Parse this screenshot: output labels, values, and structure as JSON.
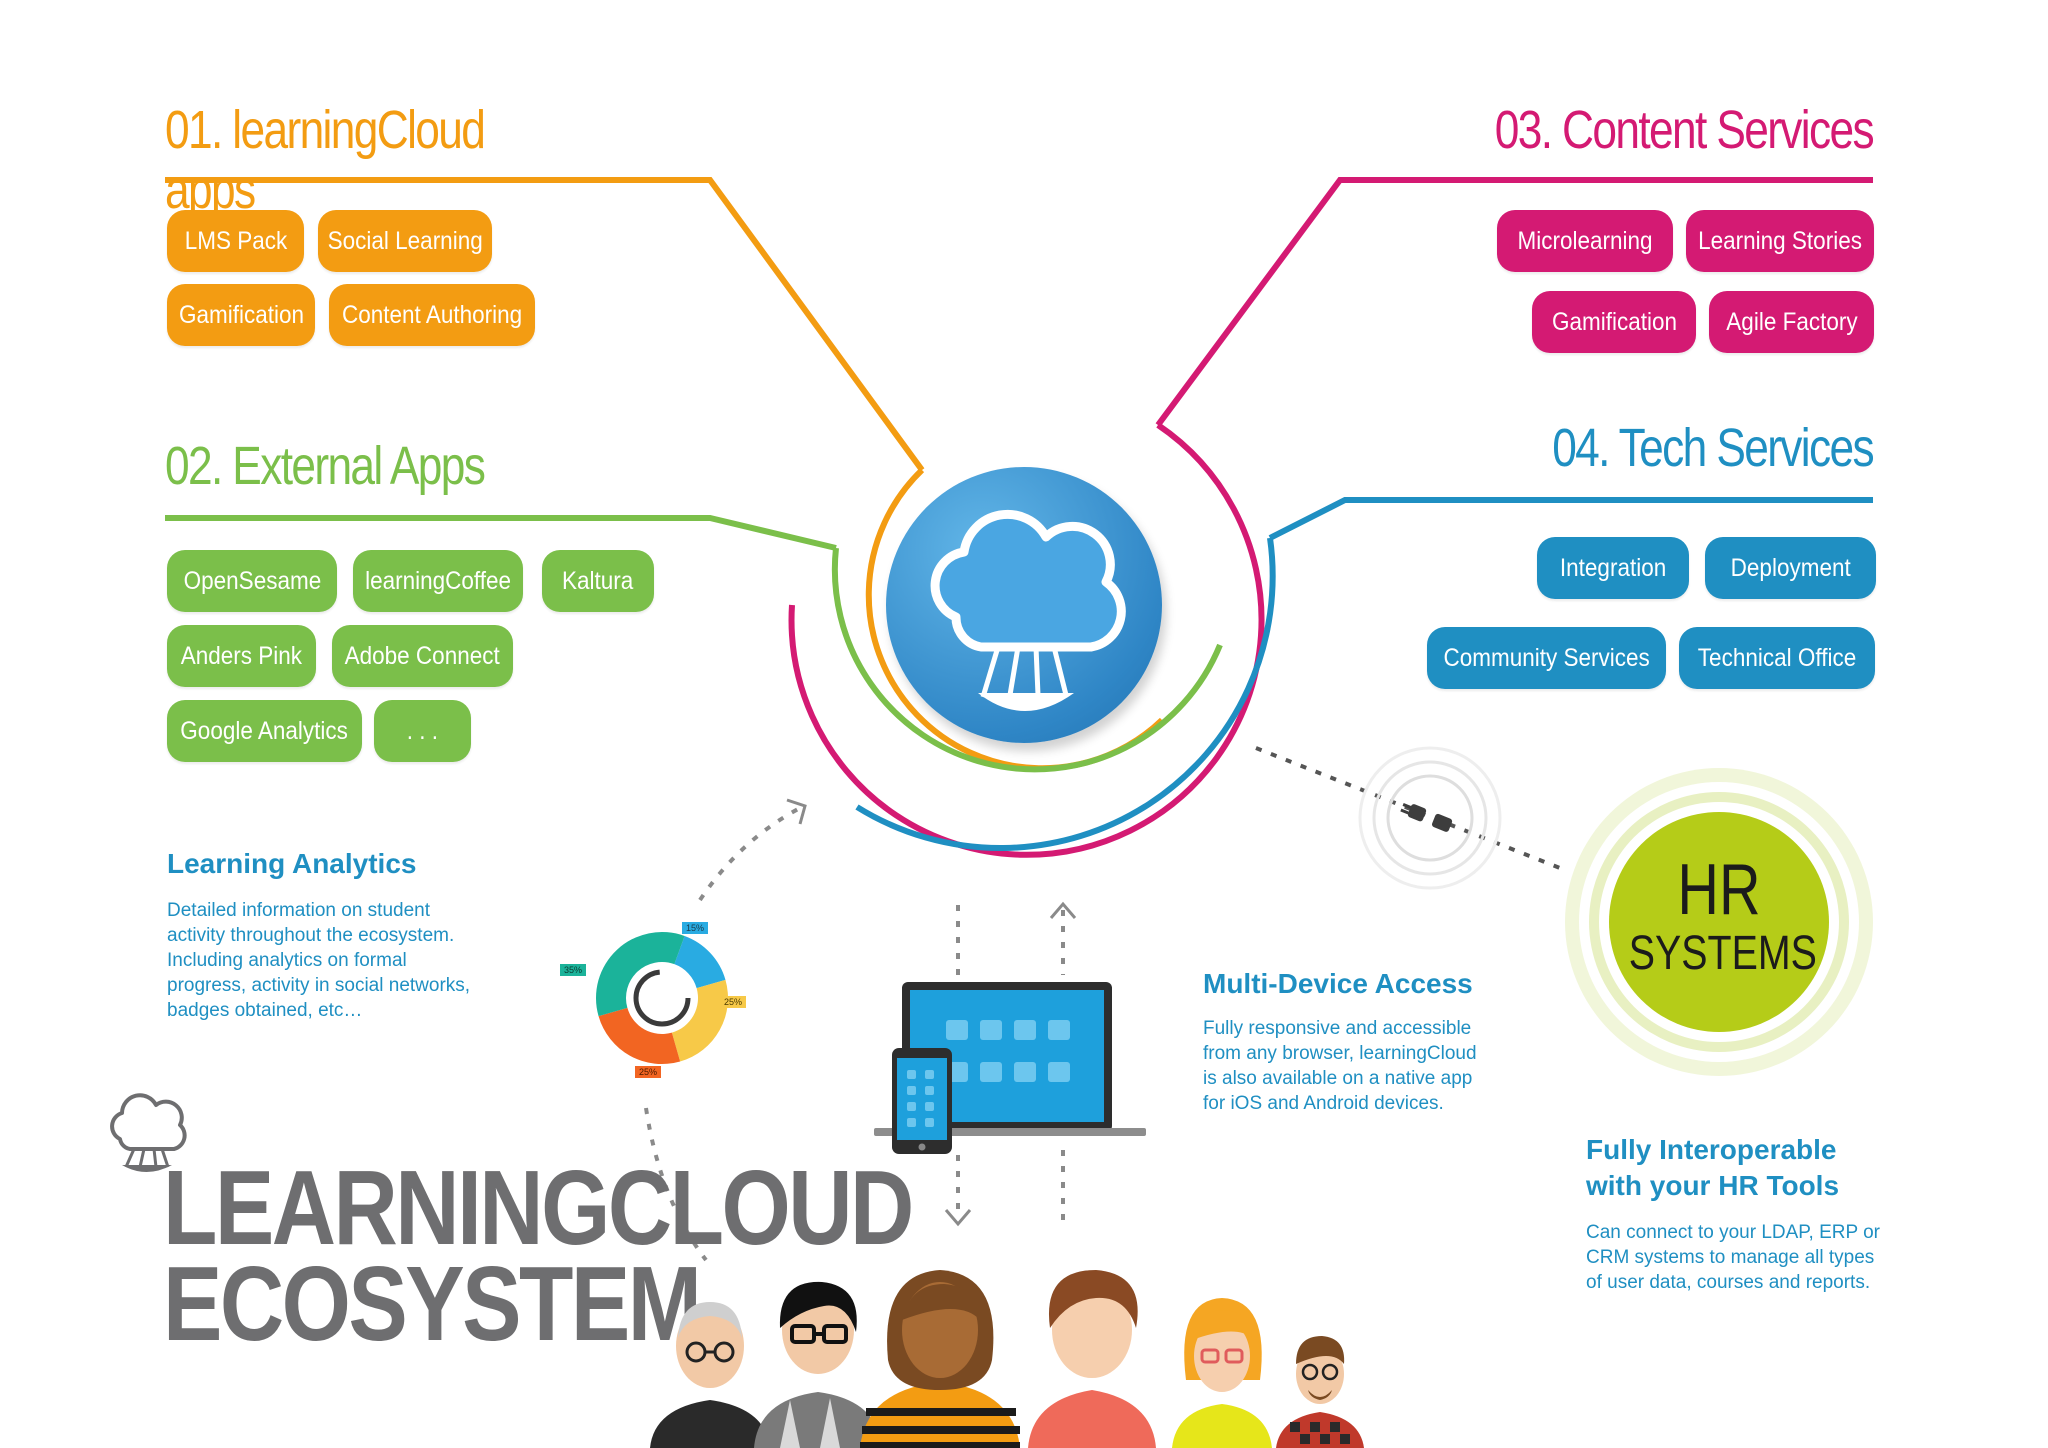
{
  "sections": {
    "apps": {
      "title": "01. learningCloud apps",
      "items": [
        "LMS Pack",
        "Social Learning",
        "Gamification",
        "Content Authoring"
      ]
    },
    "external": {
      "title": "02. External Apps",
      "items": [
        "OpenSesame",
        "learningCoffee",
        "Kaltura",
        "Anders Pink",
        "Adobe Connect",
        "Google Analytics",
        ". . ."
      ]
    },
    "content": {
      "title": "03. Content Services",
      "items": [
        "Microlearning",
        "Learning Stories",
        "Gamification",
        "Agile Factory"
      ]
    },
    "tech": {
      "title": "04. Tech Services",
      "items": [
        "Integration",
        "Deployment",
        "Community Services",
        "Technical Office"
      ]
    }
  },
  "analytics": {
    "title": "Learning Analytics",
    "lines": [
      "Detailed information on student",
      "activity throughout the ecosystem.",
      "Including analytics on formal",
      "progress, activity in social networks,",
      "badges obtained, etc…"
    ],
    "chart_data": {
      "type": "pie",
      "values": [
        15,
        25,
        25,
        35
      ],
      "labels": [
        "15%",
        "25%",
        "25%",
        "35%"
      ],
      "colors": [
        "#29abe2",
        "#f7c948",
        "#f26522",
        "#1bb39a"
      ]
    }
  },
  "multidevice": {
    "title": "Multi-Device Access",
    "lines": [
      "Fully responsive and accessible",
      "from any browser, learningCloud",
      "is also available on a native app",
      "for iOS and Android devices."
    ]
  },
  "hr": {
    "line1": "HR",
    "line2": "SYSTEMS",
    "title_line1": "Fully Interoperable",
    "title_line2": "with your HR Tools",
    "lines": [
      "Can connect to your LDAP, ERP or",
      "CRM systems to manage all types",
      "of user data, courses and reports."
    ]
  },
  "brand": {
    "line1": "LEARNINGCLOUD",
    "line2": "ECOSYSTEM"
  },
  "colors": {
    "orange": "#f39c12",
    "pink": "#d41a73",
    "green": "#7bbf4a",
    "blue": "#1f8fc2",
    "hr_green": "#b5cc18",
    "gray": "#6e6e70"
  },
  "icons": [
    "cloud-balloon-icon",
    "cloud-balloon-outline-icon",
    "plug-icon",
    "laptop-icon",
    "phone-icon"
  ]
}
